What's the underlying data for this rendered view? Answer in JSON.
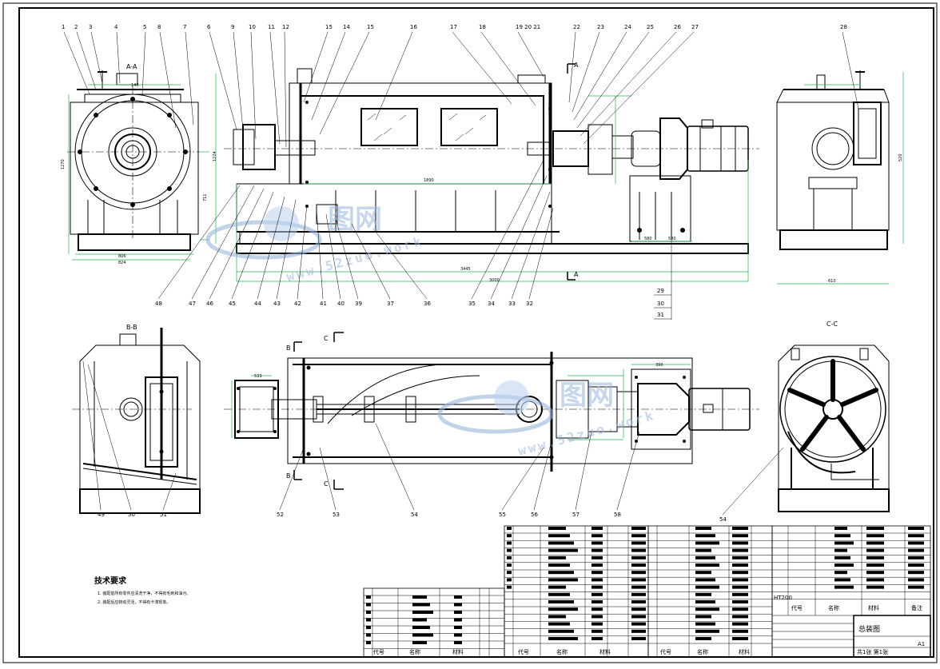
{
  "drawing": {
    "balloons_top": [
      "1",
      "2",
      "3",
      "4",
      "5",
      "8",
      "7",
      "6",
      "9",
      "10",
      "11",
      "12",
      "15",
      "14",
      "15",
      "16",
      "17",
      "18",
      "19 20 21",
      "22",
      "23",
      "24",
      "25",
      "26",
      "27",
      "28"
    ],
    "balloons_bottom_row1": [
      "48",
      "47",
      "46",
      "45",
      "44",
      "43",
      "42",
      "41",
      "40",
      "39",
      "37",
      "36",
      "35",
      "34",
      "33",
      "32"
    ],
    "balloons_right_stack": [
      "29",
      "30",
      "31"
    ],
    "balloons_row2": [
      "49",
      "50",
      "51",
      "52",
      "53",
      "54",
      "55",
      "56",
      "57",
      "58",
      "54"
    ],
    "section_labels": {
      "aa": "A-A",
      "bb": "B-B",
      "cc": "C-C",
      "cut_a": "A",
      "cut_b": "B",
      "cut_c": "C"
    },
    "dimensions": {
      "d1": "1890",
      "d2": "3445",
      "d3": "3000",
      "d4": "580",
      "d5": "580",
      "d6": "806",
      "d7": "824",
      "d8": "1270",
      "d9": "1224",
      "d10": "711",
      "d11": "533",
      "d12": "390",
      "d13": "610",
      "d14": "520",
      "d15": "140"
    }
  },
  "watermark": {
    "brand": "图网",
    "url": "www.52zuo.work"
  },
  "notes": {
    "title": "技术要求",
    "items": [
      "1. 装配前所有零件应清洗干净，不得有毛刺和油污。",
      "2. 装配后应转动灵活，不得有卡滞现象。"
    ]
  },
  "title_block": {
    "name": "总装图",
    "headers_left": [
      "代号",
      "名称",
      "材料"
    ],
    "headers_mid": [
      "代号",
      "名称",
      "材料"
    ],
    "headers_right": [
      "代号",
      "名称",
      "材料",
      "备注"
    ],
    "sheet_info": "共1张 第1张",
    "code": "A1",
    "ref": "HT200"
  }
}
